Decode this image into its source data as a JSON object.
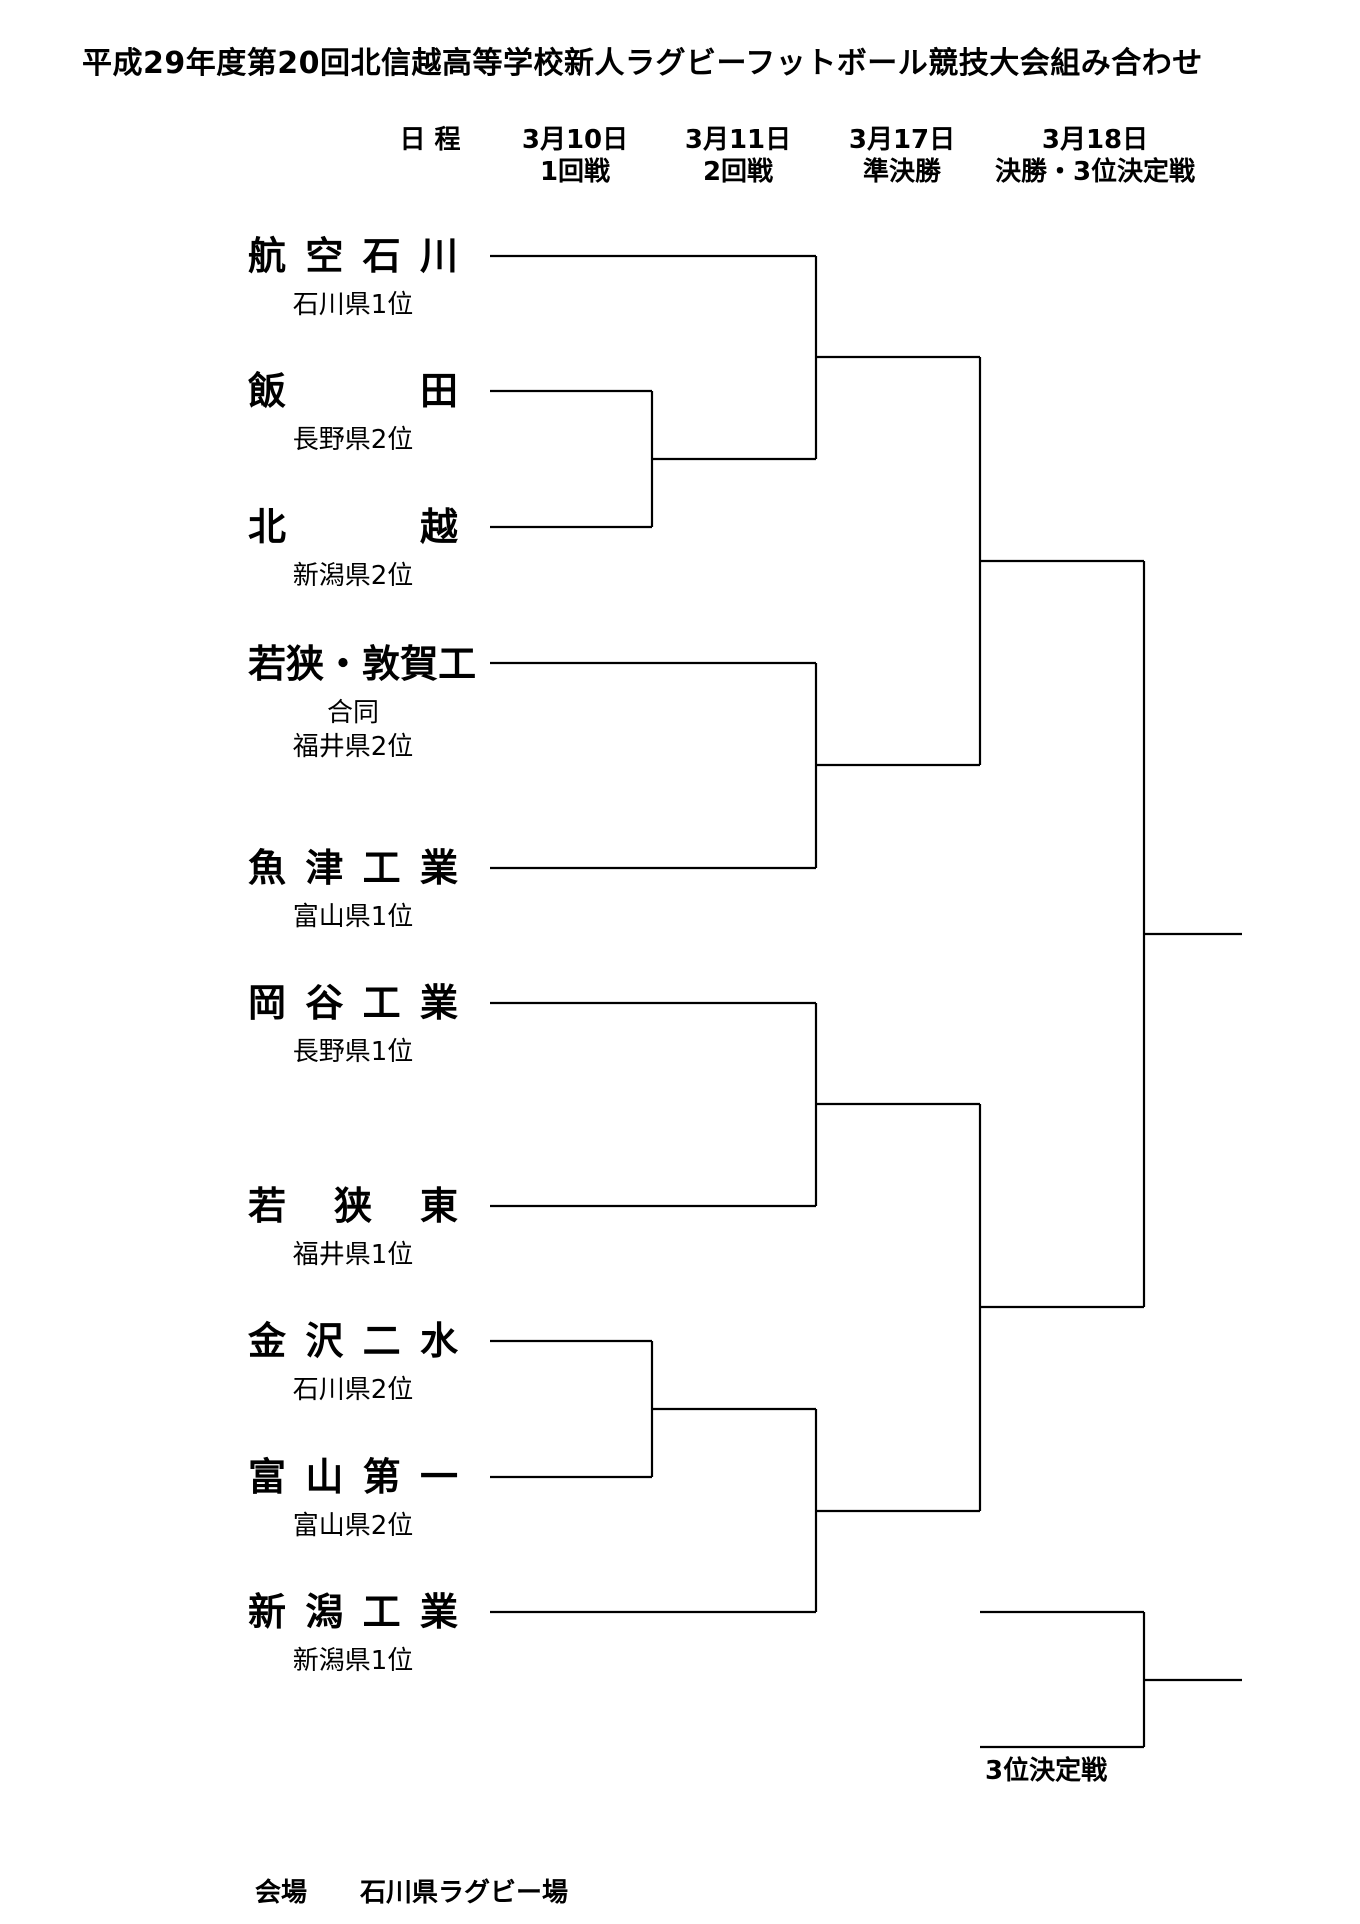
{
  "title": "平成29年度第20回北信越高等学校新人ラグビーフットボール競技大会組み合わせ",
  "header": {
    "schedule_label": "日 程",
    "rounds": [
      {
        "date": "3月10日",
        "name": "1回戦"
      },
      {
        "date": "3月11日",
        "name": "2回戦"
      },
      {
        "date": "3月17日",
        "name": "準決勝"
      },
      {
        "date": "3月18日",
        "name": "決勝・3位決定戦"
      }
    ]
  },
  "teams": [
    {
      "chars": [
        "航",
        "空",
        "石",
        "川"
      ],
      "sub": [
        "石川県1位"
      ]
    },
    {
      "chars": [
        "飯",
        "田"
      ],
      "sub": [
        "長野県2位"
      ]
    },
    {
      "chars": [
        "北",
        "越"
      ],
      "sub": [
        "新潟県2位"
      ]
    },
    {
      "chars": [
        "若",
        "狭",
        "・",
        "敦",
        "賀",
        "工"
      ],
      "sub": [
        "合同",
        "福井県2位"
      ]
    },
    {
      "chars": [
        "魚",
        "津",
        "工",
        "業"
      ],
      "sub": [
        "富山県1位"
      ]
    },
    {
      "chars": [
        "岡",
        "谷",
        "工",
        "業"
      ],
      "sub": [
        "長野県1位"
      ]
    },
    {
      "chars": [
        "若",
        "狭",
        "東"
      ],
      "sub": [
        "福井県1位"
      ]
    },
    {
      "chars": [
        "金",
        "沢",
        "二",
        "水"
      ],
      "sub": [
        "石川県2位"
      ]
    },
    {
      "chars": [
        "富",
        "山",
        "第",
        "一"
      ],
      "sub": [
        "富山県2位"
      ]
    },
    {
      "chars": [
        "新",
        "潟",
        "工",
        "業"
      ],
      "sub": [
        "新潟県1位"
      ]
    }
  ],
  "third_place_label": "3位決定戦",
  "venue": {
    "label": "会場",
    "name": "石川県ラグビー場"
  }
}
